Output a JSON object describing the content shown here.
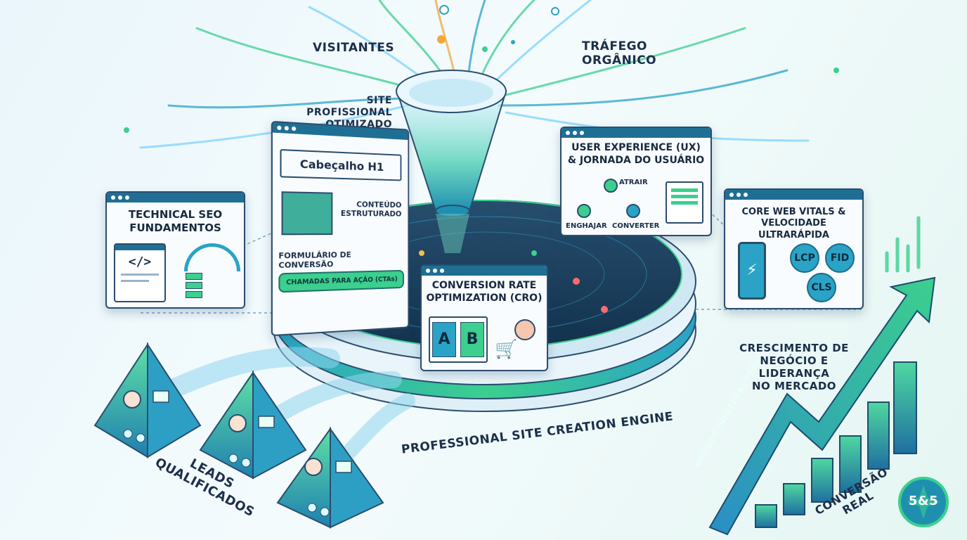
{
  "labels": {
    "visitantes": "VISITANTES",
    "trafego": "TRÁFEGO\nORGÂNICO",
    "site_otimizado": "SITE PROFISSIONAL\nOTIMIZADO",
    "engine": "PROFESSIONAL SITE CREATION ENGINE",
    "crescimento": "CRESCIMENTO DE\nNEGÓCIO E LIDERANÇA\nNO MERCADO",
    "leads": "LEADS\nQUALIFICADOS",
    "vendas": "VENDAS ININTERRUPTAS",
    "conversao_real": "CONVERSÃO\nREAL"
  },
  "tech_seo": {
    "title": "TECHNICAL SEO\nFUNDAMENTOS",
    "code": "</>"
  },
  "page_mock": {
    "h1": "Cabeçalho H1",
    "content": "CONTEÚDO\nESTRUTURADO",
    "form": "FORMULÁRIO DE CONVERSÃO",
    "cta": "CHAMADAS PARA AÇÃO (CTAs)"
  },
  "ux": {
    "title": "USER EXPERIENCE (UX)\n& JORNADA DO USUÁRIO",
    "atrair": "ATRAIR",
    "engajar": "ENGHAJAR",
    "converter": "CONVERTER"
  },
  "cwv": {
    "title": "CORE WEB VITALS &\nVELOCIDADE ULTRARÁPIDA",
    "lcp": "LCP",
    "fid": "FID",
    "cls": "CLS"
  },
  "cro": {
    "title": "CONVERSION RATE\nOPTIMIZATION (CRO)",
    "a": "A",
    "b": "B"
  },
  "badge": "5&5",
  "colors": {
    "teal": "#1f8fb0",
    "green": "#3ccf8e",
    "navy": "#1c2f4a",
    "frame": "#2b4d6e"
  }
}
